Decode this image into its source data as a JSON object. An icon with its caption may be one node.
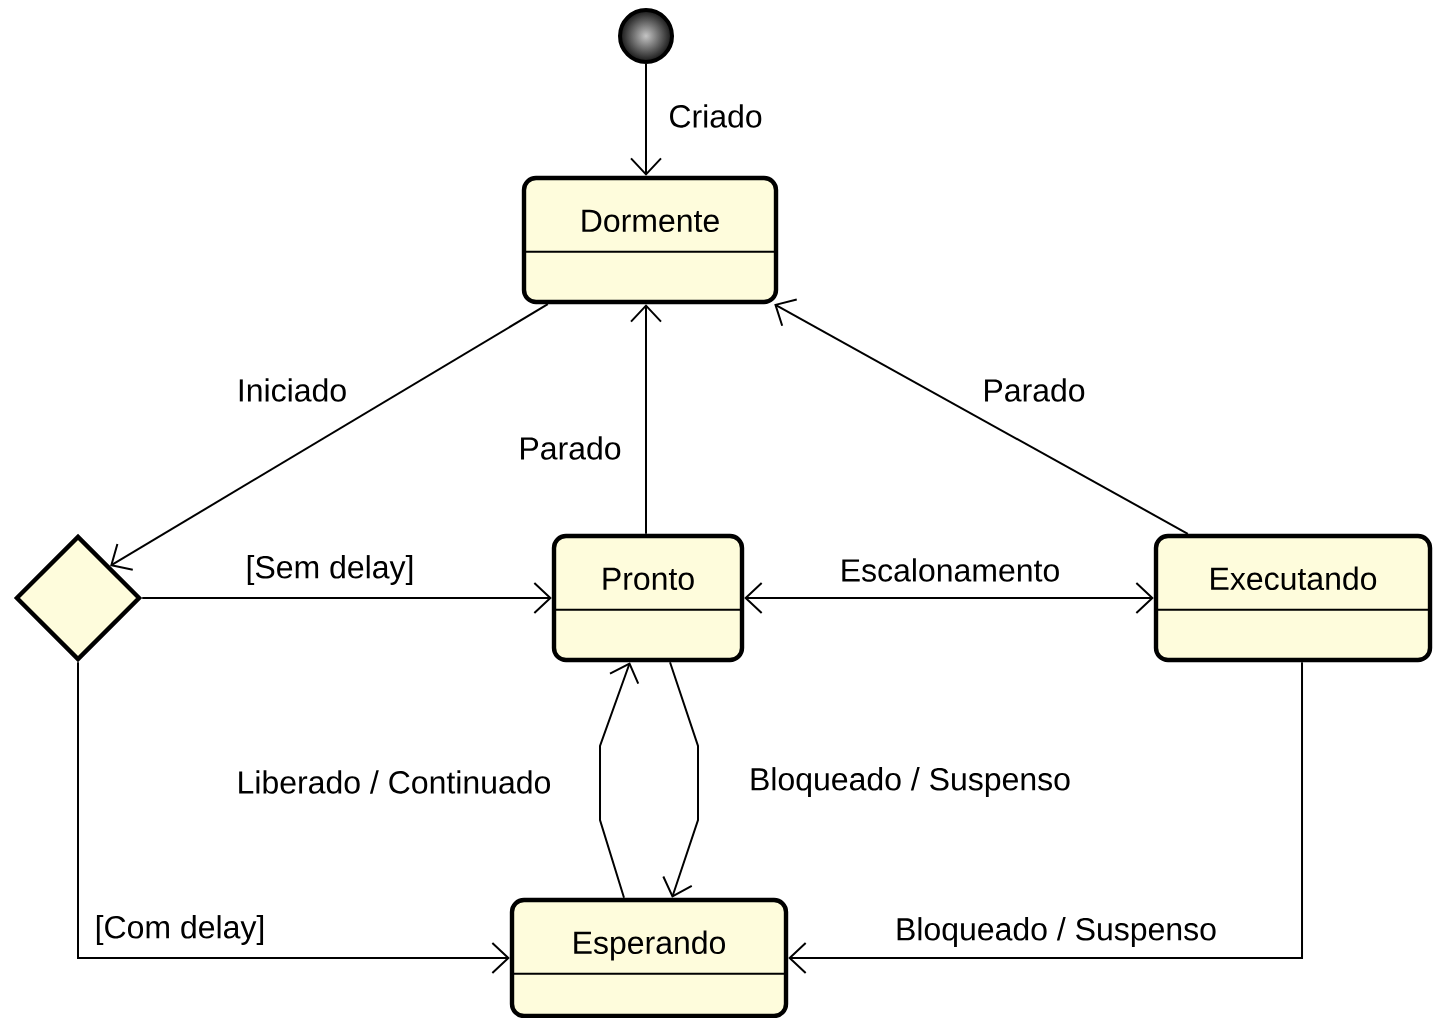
{
  "diagram": {
    "nodes": [
      {
        "text": [],
        "shape": "circle"
      },
      {
        "text": [
          "Dormente"
        ]
      },
      {
        "text": [],
        "shape": "diamond"
      },
      {
        "text": [
          "Pronto"
        ]
      },
      {
        "text": [
          "Executando"
        ]
      },
      {
        "text": [
          "Esperando"
        ]
      }
    ],
    "edges": [
      {
        "from": 0,
        "to": 1,
        "arrow": "to",
        "label": "Criado"
      },
      {
        "from": 1,
        "to": 2,
        "arrow": "to",
        "label": "Iniciado"
      },
      {
        "from": 3,
        "to": 1,
        "arrow": "to",
        "label": "Parado"
      },
      {
        "from": 4,
        "to": 1,
        "arrow": "to",
        "label": "Parado"
      },
      {
        "from": 2,
        "to": 3,
        "arrow": "to",
        "label": "[Sem delay]"
      },
      {
        "from": 3,
        "to": 4,
        "arrow": "both",
        "label": "Escalonamento"
      },
      {
        "from": 5,
        "to": 3,
        "arrow": "to",
        "label": "Liberado / Continuado"
      },
      {
        "from": 3,
        "to": 5,
        "arrow": "to",
        "label": "Bloqueado / Suspenso"
      },
      {
        "from": 2,
        "to": 5,
        "arrow": "to",
        "label": "[Com delay]"
      },
      {
        "from": 4,
        "to": 5,
        "arrow": "to",
        "label": "Bloqueado / Suspenso"
      }
    ]
  }
}
